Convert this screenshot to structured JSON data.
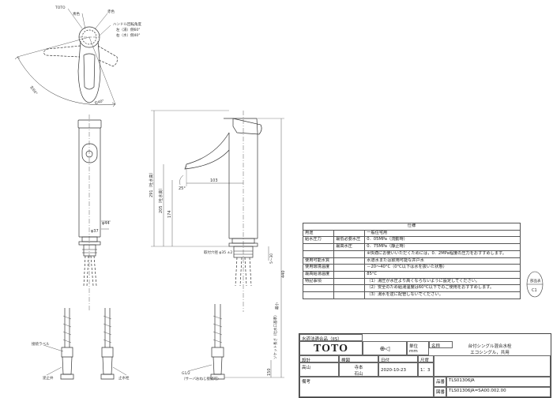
{
  "top_view": {
    "marks": [
      "TOTO",
      "青色",
      "赤色"
    ],
    "rotation_title": "ハンドル回転角度",
    "left_angle": "左（湯）側60°",
    "right_angle": "右（水）側40°",
    "arc_labels": [
      "左60°",
      "右40°"
    ]
  },
  "side_view": {
    "dimensions": [
      "φ44",
      "φ37"
    ],
    "labels": [
      "逆止弁",
      "止水栓",
      "接続ラベル"
    ]
  },
  "front_view": {
    "dimensions": [
      "103",
      "291（吐水高）",
      "205（吐水高）",
      "174",
      "25°",
      "取付穴径 φ35 ±2",
      "5～30",
      "ソケット長さ（吐水口基準）",
      "最小",
      "440",
      "150"
    ],
    "labels": [
      "G1/2",
      "（サーバおねじ接続可）"
    ]
  },
  "spec_table": {
    "title": "仕様",
    "rows": [
      {
        "item": "用途",
        "sub": "",
        "value": "一般住宅用"
      },
      {
        "item": "給水圧力",
        "sub": "最低必要水圧",
        "value": "0．05MPa（流動時）"
      },
      {
        "item": "",
        "sub": "最高水圧",
        "value": "0．75MPa（静止時）"
      },
      {
        "item": "",
        "sub": "",
        "value": "※快適にお使いいただくためには，0．2MPa程度の圧力をおすすめします。"
      },
      {
        "item": "使用可能水質",
        "sub": "",
        "value": "水道水または飲用可能な井戸水"
      },
      {
        "item": "使用環境温度",
        "sub": "",
        "value": "－20～40°C（0°C以下は水を抜いた状態）"
      },
      {
        "item": "最高給湯温度",
        "sub": "",
        "value": "85°C"
      },
      {
        "item": "特記事項",
        "sub": "",
        "value": "（1）湯圧が水圧より高くならないように設定してください。"
      },
      {
        "item": "",
        "sub": "",
        "value": "（2）安全のため給湯温度は60°C以下でのご使用をおすすめします。"
      },
      {
        "item": "",
        "sub": "",
        "value": "（3）湯水を逆に配管しないでください。"
      }
    ]
  },
  "side_mark": {
    "top": "部品表",
    "bottom": "C1"
  },
  "title_block": {
    "jis": "水道法適合品（JIS）",
    "brand": "TOTO",
    "unit_label": "単位",
    "unit_value": "mm",
    "scale_label": "尺度",
    "scale_value": "1：3",
    "title_label": "名称",
    "title_line1": "台付シングル混合水栓",
    "title_line2": "エコシングル，共用",
    "design_label": "設計",
    "design_value": "高山",
    "check_label": "検図",
    "check_value1": "寺本",
    "check_value2": "石山",
    "date_label": "日付",
    "date_value": "2020-10-23",
    "model_label": "品番",
    "model_value": "TLS01306JA",
    "drawing_no_label": "図番",
    "drawing_no_value": "TLS01306JA=SA00.002.00",
    "remarks_label": "備考"
  }
}
